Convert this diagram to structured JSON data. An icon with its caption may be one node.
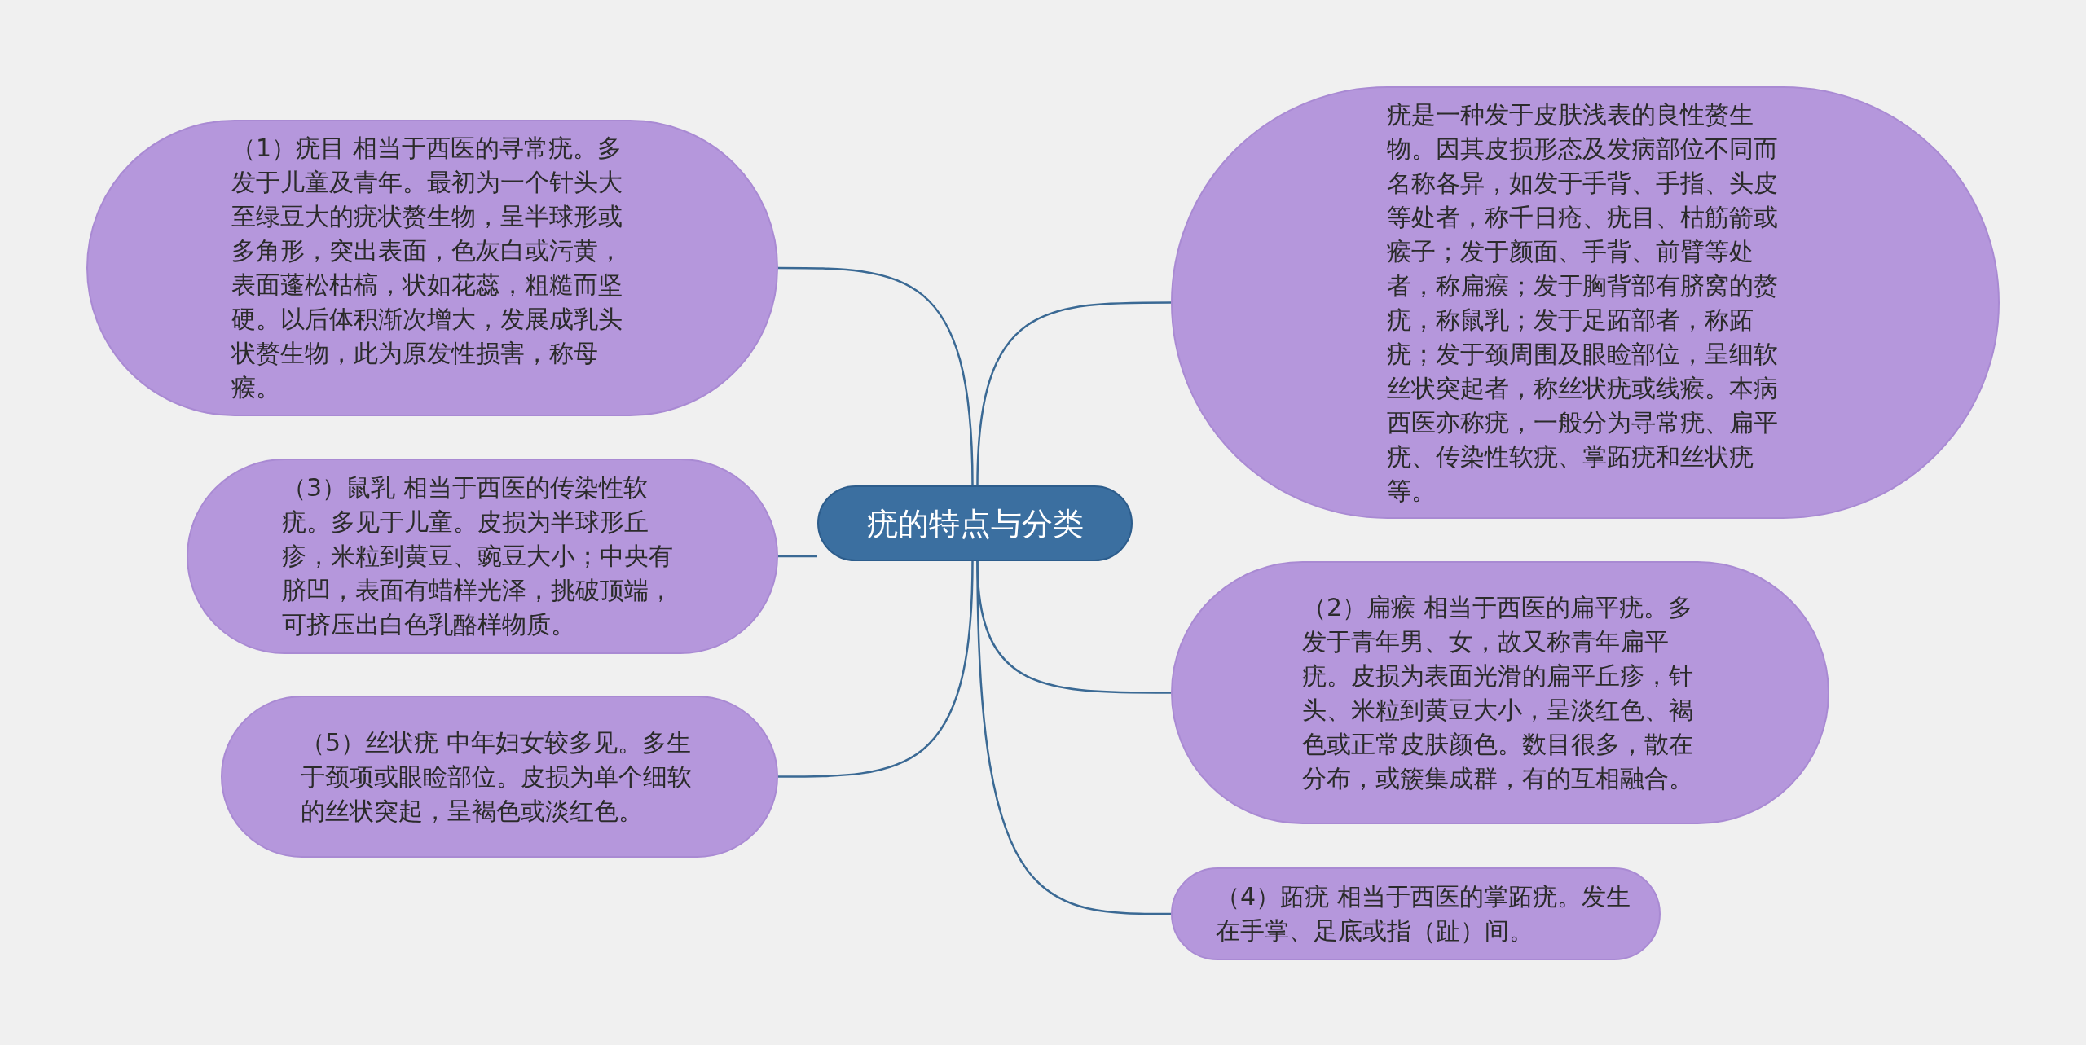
{
  "diagram": {
    "nodes": [
      {
        "text": [
          "疣的特点与分类"
        ]
      },
      {
        "text": [
          "（1）疣目 相当于西医的寻常疣。多发于儿童及青年。最初为一个针头大至绿豆大的疣状赘生物，呈半球形或多角形，突出表面，色灰白或污黄，表面蓬松枯槁，状如花蕊，粗糙而坚硬。以后体积渐次增大，发展成乳头状赘生物，此为原发性损害，称母瘊。"
        ]
      },
      {
        "text": [
          "（3）鼠乳 相当于西医的传染性软疣。多见于儿童。皮损为半球形丘疹，米粒到黄豆、豌豆大小；中央有脐凹，表面有蜡样光泽，挑破顶端，可挤压出白色乳酪样物质。"
        ]
      },
      {
        "text": [
          "（5）丝状疣 中年妇女较多见。多生于颈项或眼睑部位。皮损为单个细软的丝状突起，呈褐色或淡红色。"
        ]
      },
      {
        "text": [
          "疣是一种发于皮肤浅表的良性赘生物。因其皮损形态及发病部位不同而名称各异，如发于手背、手指、头皮等处者，称千日疮、疣目、枯筋箭或瘊子；发于颜面、手背、前臂等处者，称扁瘊；发于胸背部有脐窝的赘疣，称鼠乳；发于足跖部者，称跖疣；发于颈周围及眼睑部位，呈细软丝状突起者，称丝状疣或线瘊。本病西医亦称疣，一般分为寻常疣、扁平疣、传染性软疣、掌跖疣和丝状疣等。"
        ]
      },
      {
        "text": [
          "（2）扁瘊 相当于西医的扁平疣。多发于青年男、女，故又称青年扁平疣。皮损为表面光滑的扁平丘疹，针头、米粒到黄豆大小，呈淡红色、褐色或正常皮肤颜色。数目很多，散在分布，或簇集成群，有的互相融合。"
        ]
      },
      {
        "text": [
          "（4）跖疣 相当于西医的掌跖疣。发生在手掌、足底或指（趾）间。"
        ]
      }
    ],
    "edges": [
      {
        "from": 0,
        "to": 1,
        "arrow": "none"
      },
      {
        "from": 0,
        "to": 2,
        "arrow": "none"
      },
      {
        "from": 0,
        "to": 3,
        "arrow": "none"
      },
      {
        "from": 0,
        "to": 4,
        "arrow": "none"
      },
      {
        "from": 0,
        "to": 5,
        "arrow": "none"
      },
      {
        "from": 0,
        "to": 6,
        "arrow": "none"
      }
    ]
  }
}
